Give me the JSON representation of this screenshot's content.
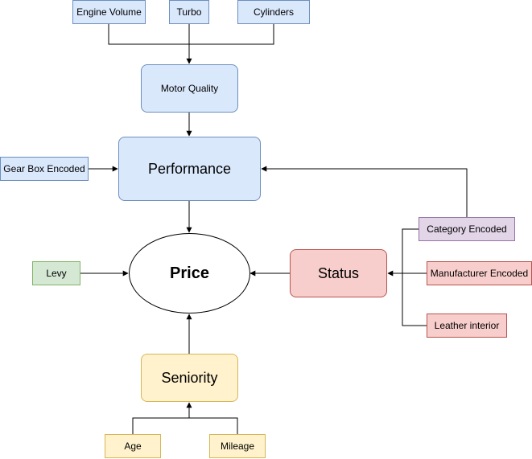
{
  "nodes": {
    "engine_volume": "Engine Volume",
    "turbo": "Turbo",
    "cylinders": "Cylinders",
    "motor_quality": "Motor Quality",
    "performance": "Performance",
    "gear_box_encoded": "Gear Box Encoded",
    "price": "Price",
    "levy": "Levy",
    "status": "Status",
    "category_encoded": "Category Encoded",
    "manufacturer_encoded": "Manufacturer Encoded",
    "leather_interior": "Leather interior",
    "seniority": "Seniority",
    "age": "Age",
    "mileage": "Mileage"
  },
  "colors": {
    "blue_fill": "#dae8fc",
    "blue_stroke": "#6c8ebf",
    "green_fill": "#d5e8d4",
    "red_fill": "#f8cecc",
    "purple_fill": "#e1d5e7",
    "yellow_fill": "#fff2cc",
    "edge": "#000000"
  }
}
